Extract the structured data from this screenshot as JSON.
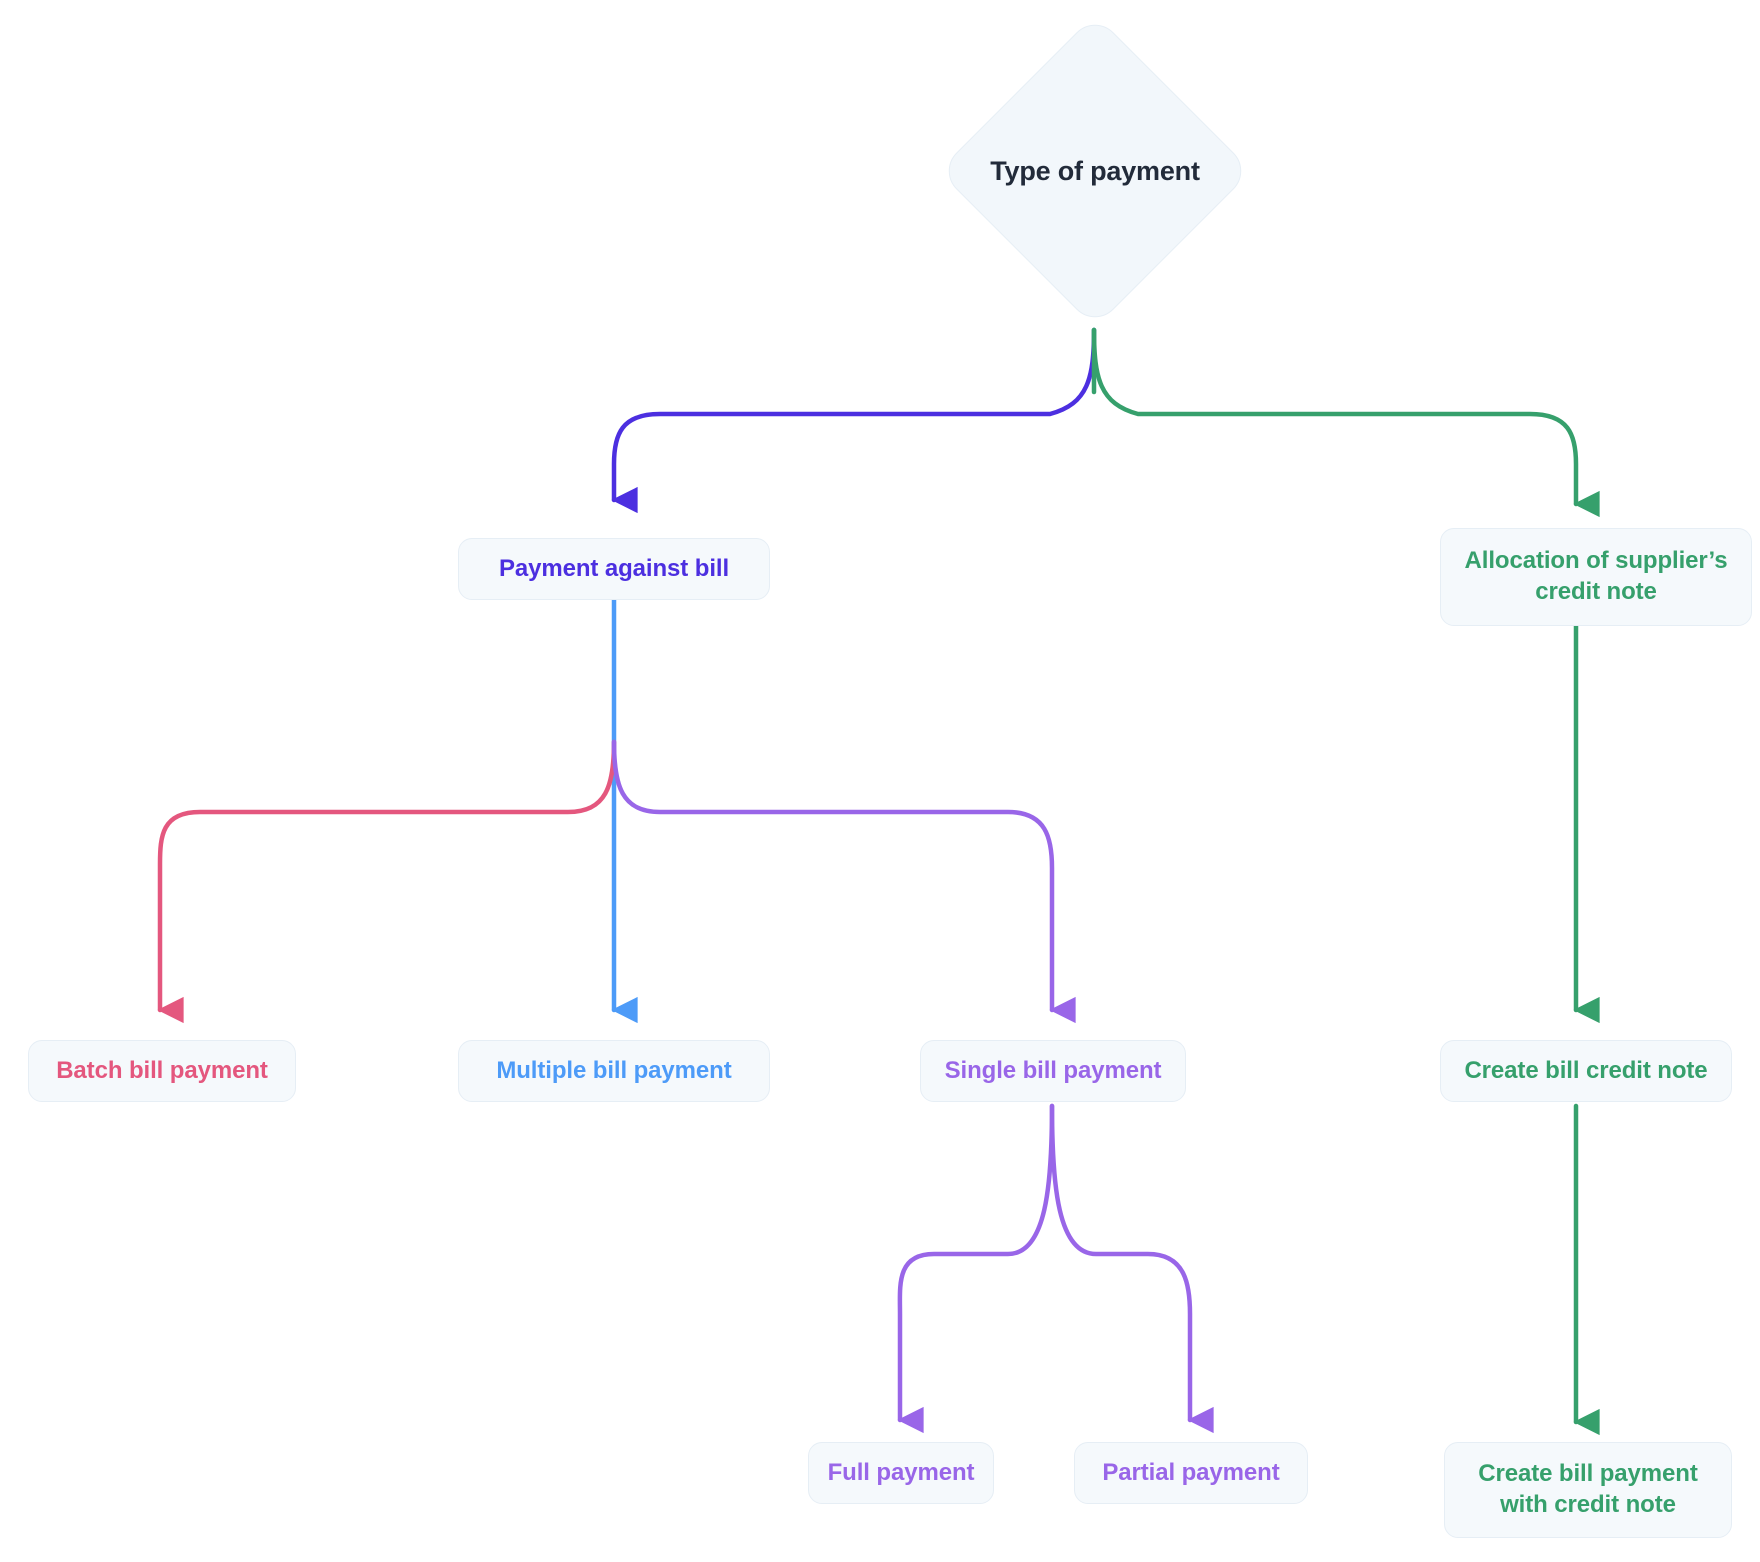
{
  "diagram": {
    "title": "Type of payment",
    "type": "flowchart",
    "colors": {
      "indigo": "#4C2FE0",
      "green": "#36a06c",
      "pink": "#e4577e",
      "blue": "#4d9bf8",
      "purple": "#9966e8",
      "node_fill": "#f5f9fc",
      "node_border": "#e6eef5",
      "root_text": "#222b3a",
      "canvas": "#ffffff"
    },
    "root": {
      "label": "Type of payment",
      "shape": "diamond"
    },
    "nodes": [
      {
        "id": "payment-against-bill",
        "label": "Payment against bill",
        "color": "#4C2FE0"
      },
      {
        "id": "allocation-of-suppliers-credit-note",
        "label": "Allocation of supplier’s\ncredit note",
        "color": "#36a06c"
      },
      {
        "id": "batch-bill-payment",
        "label": "Batch bill payment",
        "color": "#e4577e"
      },
      {
        "id": "multiple-bill-payment",
        "label": "Multiple bill payment",
        "color": "#4d9bf8"
      },
      {
        "id": "single-bill-payment",
        "label": "Single bill payment",
        "color": "#9966e8"
      },
      {
        "id": "create-bill-credit-note",
        "label": "Create bill credit note",
        "color": "#36a06c"
      },
      {
        "id": "full-payment",
        "label": "Full payment",
        "color": "#9966e8"
      },
      {
        "id": "partial-payment",
        "label": "Partial payment",
        "color": "#9966e8"
      },
      {
        "id": "create-bill-payment-with-credit-note",
        "label": "Create bill payment\nwith credit note",
        "color": "#36a06c"
      }
    ],
    "edges": [
      {
        "from": "Type of payment",
        "to": "Payment against bill",
        "color": "#4C2FE0"
      },
      {
        "from": "Type of payment",
        "to": "Allocation of supplier’s credit note",
        "color": "#36a06c"
      },
      {
        "from": "Payment against bill",
        "to": "Batch bill payment",
        "color": "#e4577e"
      },
      {
        "from": "Payment against bill",
        "to": "Multiple bill payment",
        "color": "#4d9bf8"
      },
      {
        "from": "Payment against bill",
        "to": "Single bill payment",
        "color": "#9966e8"
      },
      {
        "from": "Allocation of supplier’s credit note",
        "to": "Create bill credit note",
        "color": "#36a06c"
      },
      {
        "from": "Single bill payment",
        "to": "Full payment",
        "color": "#9966e8"
      },
      {
        "from": "Single bill payment",
        "to": "Partial payment",
        "color": "#9966e8"
      },
      {
        "from": "Create bill credit note",
        "to": "Create bill payment with credit note",
        "color": "#36a06c"
      }
    ]
  }
}
